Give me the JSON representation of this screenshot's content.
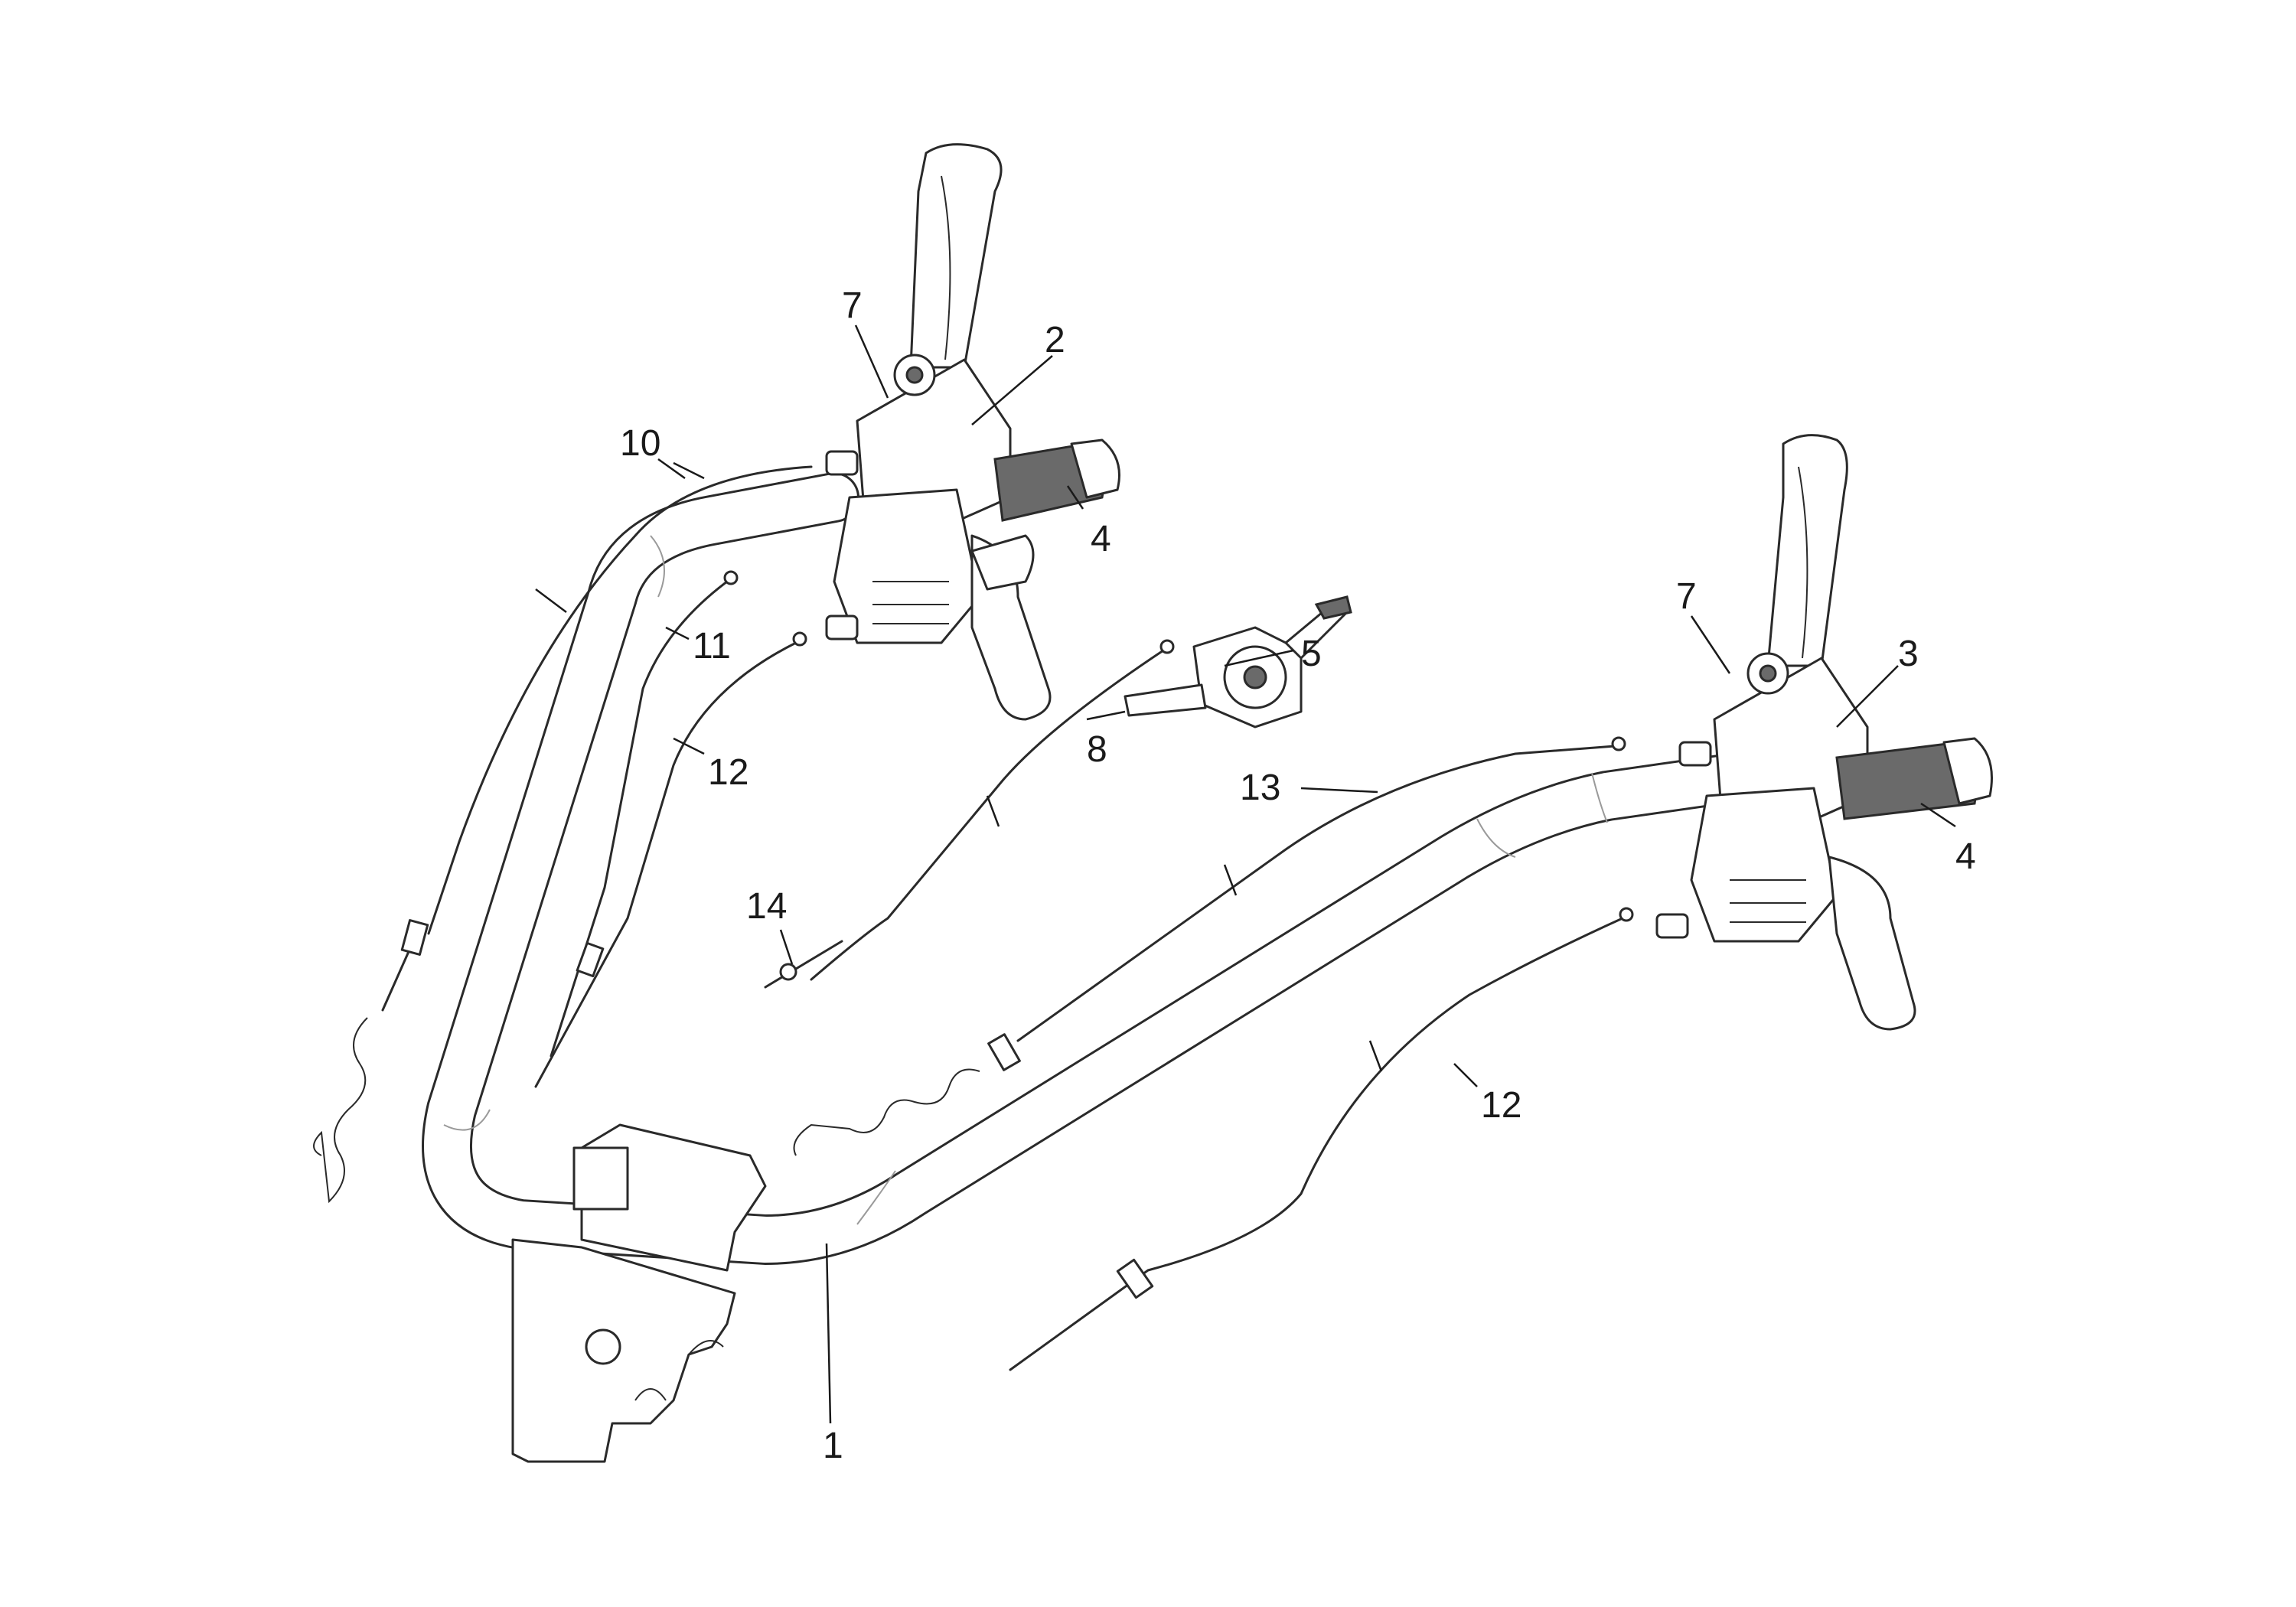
{
  "callouts": [
    {
      "id": "1",
      "text": "1"
    },
    {
      "id": "2",
      "text": "2"
    },
    {
      "id": "3",
      "text": "3"
    },
    {
      "id": "4a",
      "text": "4"
    },
    {
      "id": "4b",
      "text": "4"
    },
    {
      "id": "5",
      "text": "5"
    },
    {
      "id": "7a",
      "text": "7"
    },
    {
      "id": "7b",
      "text": "7"
    },
    {
      "id": "8",
      "text": "8"
    },
    {
      "id": "10",
      "text": "10"
    },
    {
      "id": "11",
      "text": "11"
    },
    {
      "id": "12a",
      "text": "12"
    },
    {
      "id": "12b",
      "text": "12"
    },
    {
      "id": "13",
      "text": "13"
    },
    {
      "id": "14",
      "text": "14"
    }
  ],
  "colors": {
    "line": "#2a2a2a",
    "background": "#ffffff",
    "grip": "#6a6a6a"
  }
}
